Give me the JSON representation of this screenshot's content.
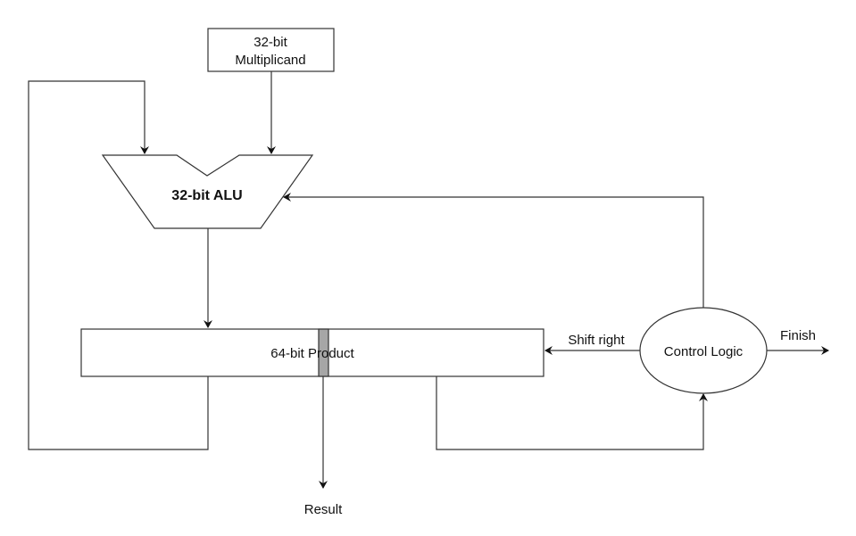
{
  "diagram": {
    "title": "Multiplication Hardware (Optimized)",
    "nodes": {
      "multiplicand": {
        "line1": "32-bit",
        "line2": "Multiplicand"
      },
      "alu": {
        "label": "32-bit ALU"
      },
      "product": {
        "label": "64-bit Product"
      },
      "control": {
        "label": "Control Logic"
      }
    },
    "edges": {
      "shift": {
        "label": "Shift right"
      },
      "finish": {
        "label": "Finish"
      },
      "result": {
        "label": "Result"
      }
    },
    "colors": {
      "stroke": "#333333",
      "bit_cell": "#a6a6a6",
      "background": "#ffffff"
    }
  }
}
